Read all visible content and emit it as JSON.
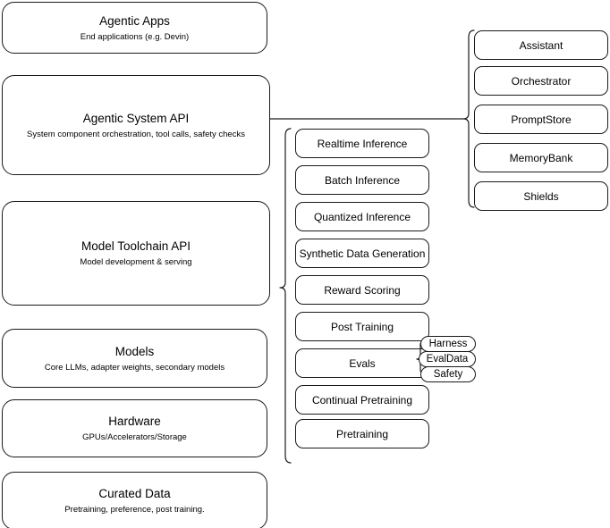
{
  "diagram": {
    "title": "AI Stack Layers Diagram",
    "stroke_color": "#1a1a1a",
    "background_color": "#ffffff"
  },
  "stack_layers": [
    {
      "name": "agentic-apps",
      "title": "Agentic Apps",
      "subtitle": "End applications (e.g. Devin)"
    },
    {
      "name": "agentic-system-api",
      "title": "Agentic System API",
      "subtitle": "System component orchestration, tool calls, safety checks"
    },
    {
      "name": "model-toolchain-api",
      "title": "Model Toolchain API",
      "subtitle": "Model development & serving"
    },
    {
      "name": "models",
      "title": "Models",
      "subtitle": "Core LLMs, adapter weights, secondary models"
    },
    {
      "name": "hardware",
      "title": "Hardware",
      "subtitle": "GPUs/Accelerators/Storage"
    },
    {
      "name": "curated-data",
      "title": "Curated Data",
      "subtitle": "Pretraining, preference, post training."
    }
  ],
  "toolchain_capabilities": [
    {
      "name": "realtime-inference",
      "label": "Realtime Inference"
    },
    {
      "name": "batch-inference",
      "label": "Batch Inference"
    },
    {
      "name": "quantized-inference",
      "label": "Quantized Inference"
    },
    {
      "name": "synthetic-data-generation",
      "label": "Synthetic Data Generation"
    },
    {
      "name": "reward-scoring",
      "label": "Reward Scoring"
    },
    {
      "name": "post-training",
      "label": "Post Training"
    },
    {
      "name": "evals",
      "label": "Evals"
    },
    {
      "name": "continual-pretraining",
      "label": "Continual Pretraining"
    },
    {
      "name": "pretraining",
      "label": "Pretraining"
    }
  ],
  "evals_subcomponents": [
    {
      "name": "harness",
      "label": "Harness"
    },
    {
      "name": "evaldata",
      "label": "EvalData"
    },
    {
      "name": "safety",
      "label": "Safety"
    }
  ],
  "system_components": [
    {
      "name": "assistant",
      "label": "Assistant"
    },
    {
      "name": "orchestrator",
      "label": "Orchestrator"
    },
    {
      "name": "promptstore",
      "label": "PromptStore"
    },
    {
      "name": "memorybank",
      "label": "MemoryBank"
    },
    {
      "name": "shields",
      "label": "Shields"
    }
  ]
}
